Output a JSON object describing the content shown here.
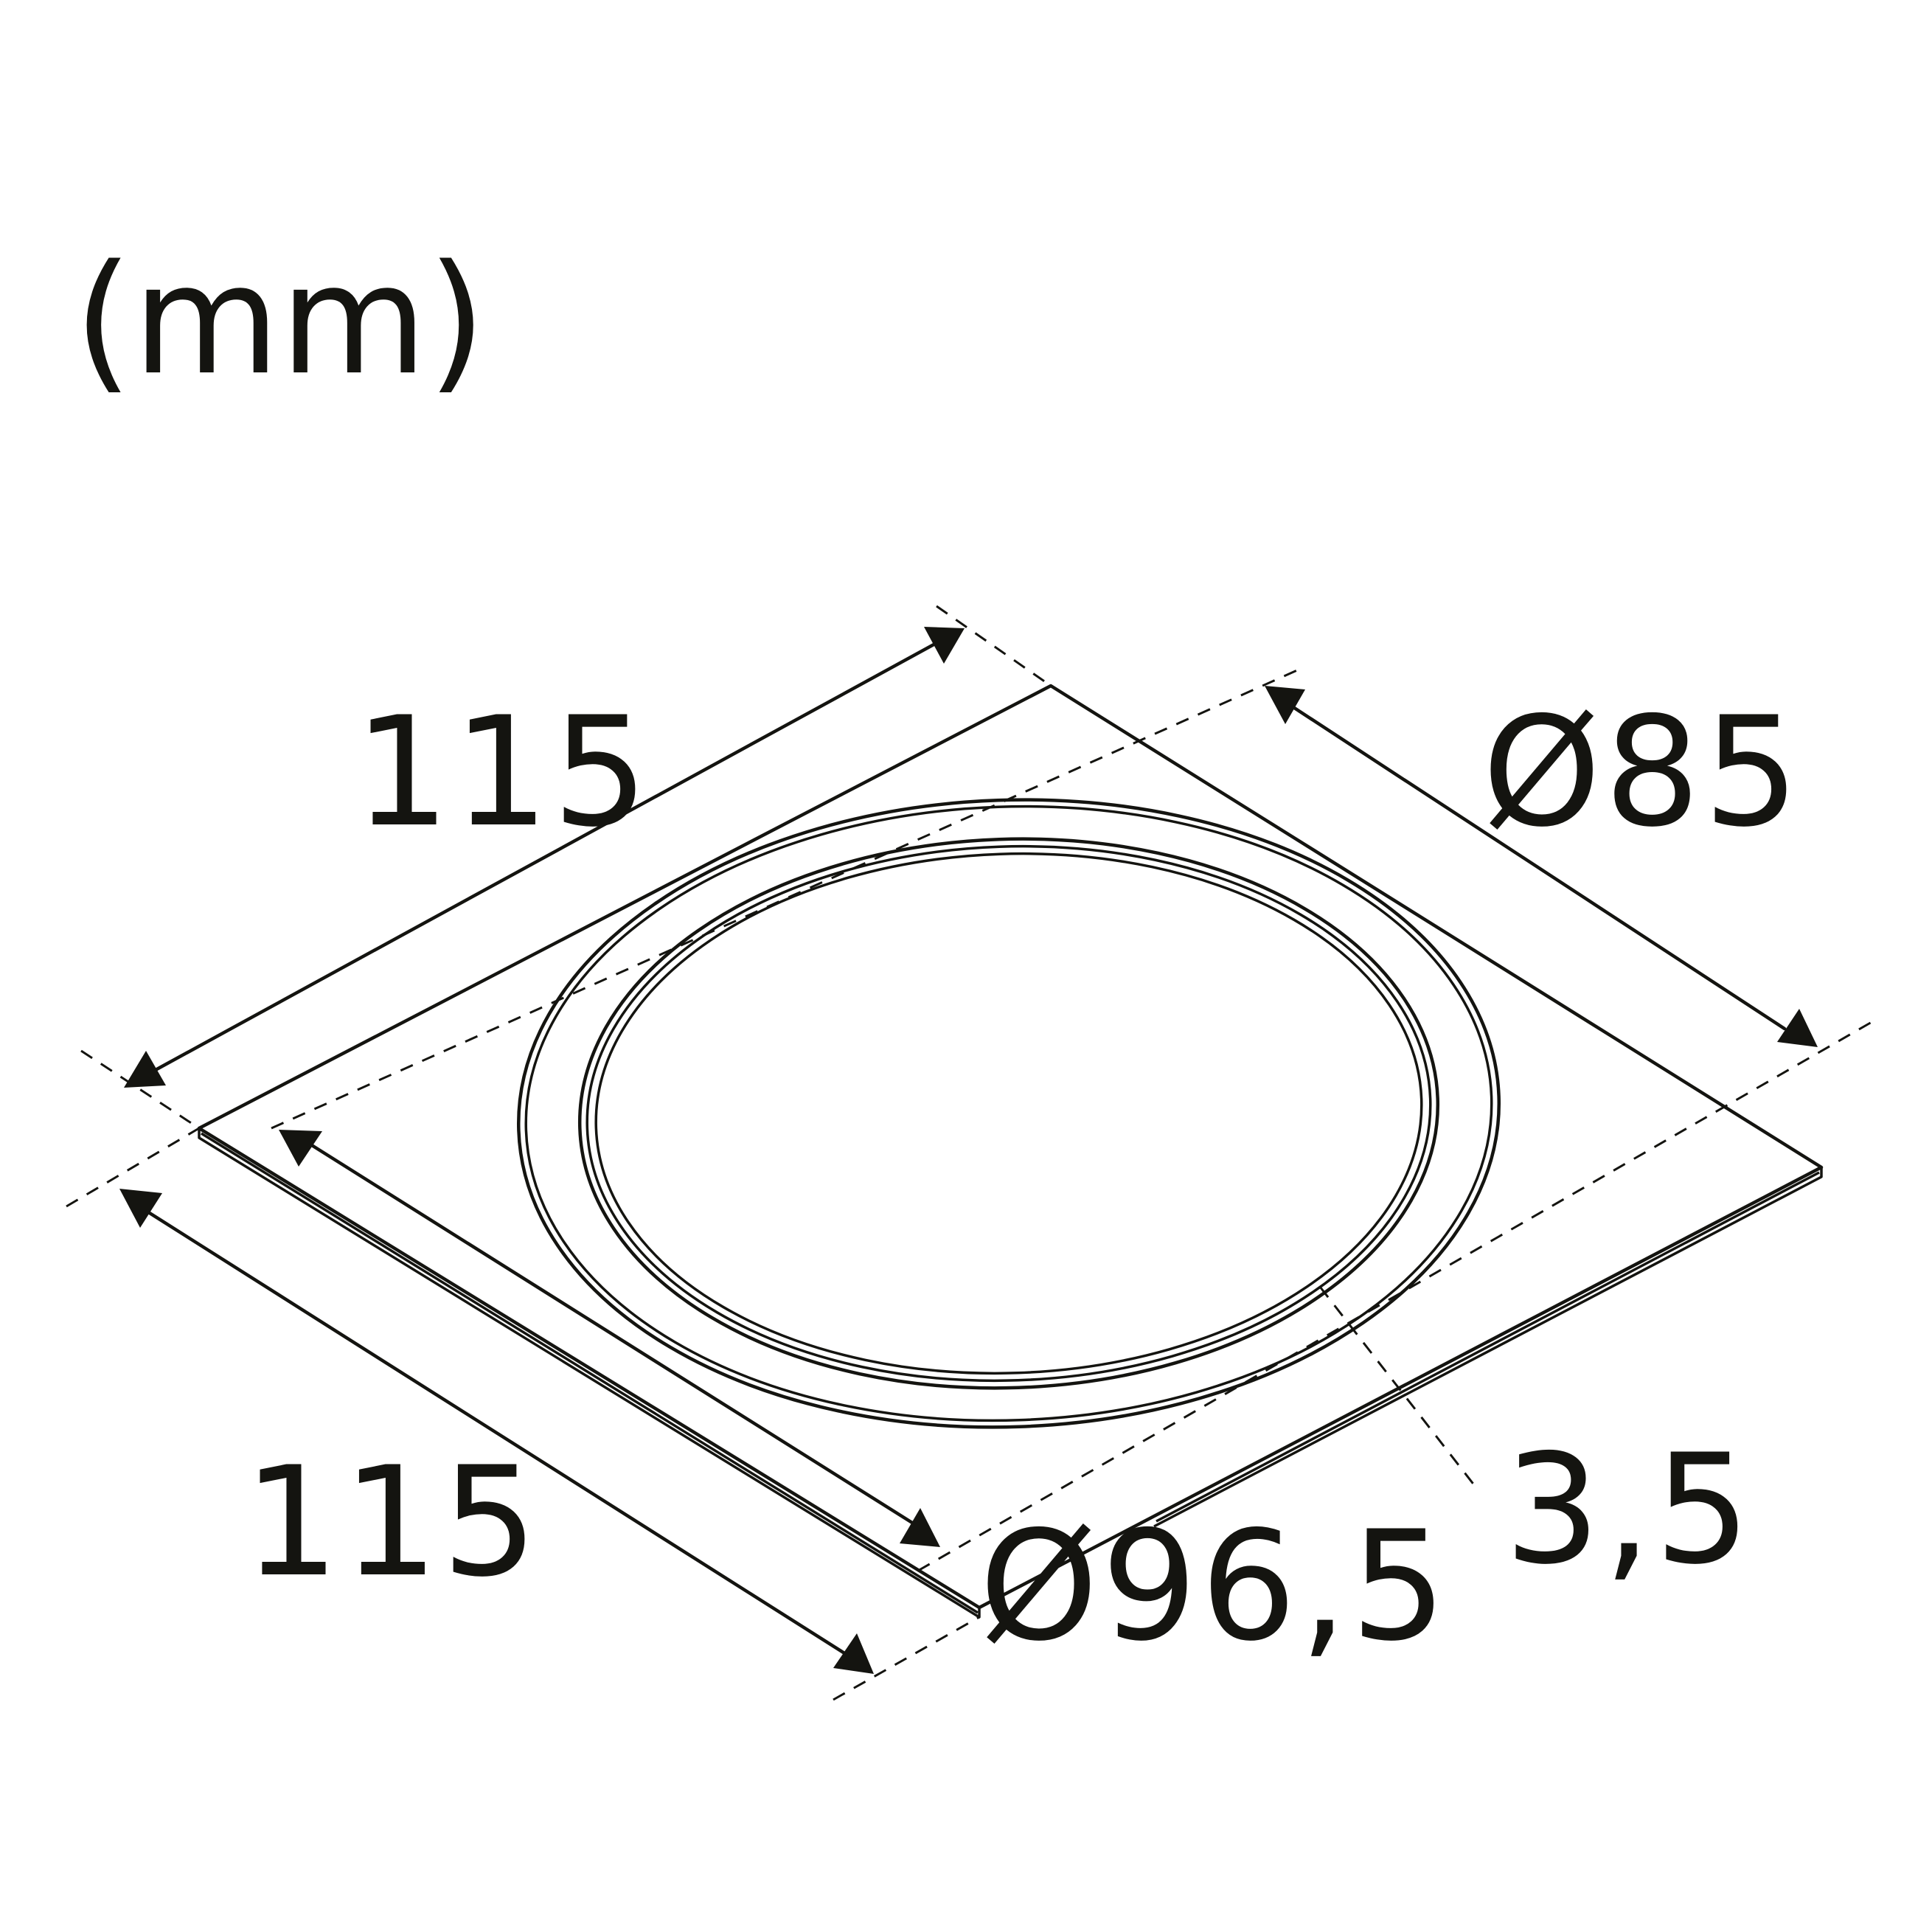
{
  "units_label": "(mm)",
  "dimensions": {
    "width_top": "115",
    "width_bottom": "115",
    "inner_diameter": "Ø85",
    "outer_diameter": "Ø96,5",
    "thickness": "3,5"
  },
  "colors": {
    "ink": "#141410",
    "background": "#ffffff"
  }
}
